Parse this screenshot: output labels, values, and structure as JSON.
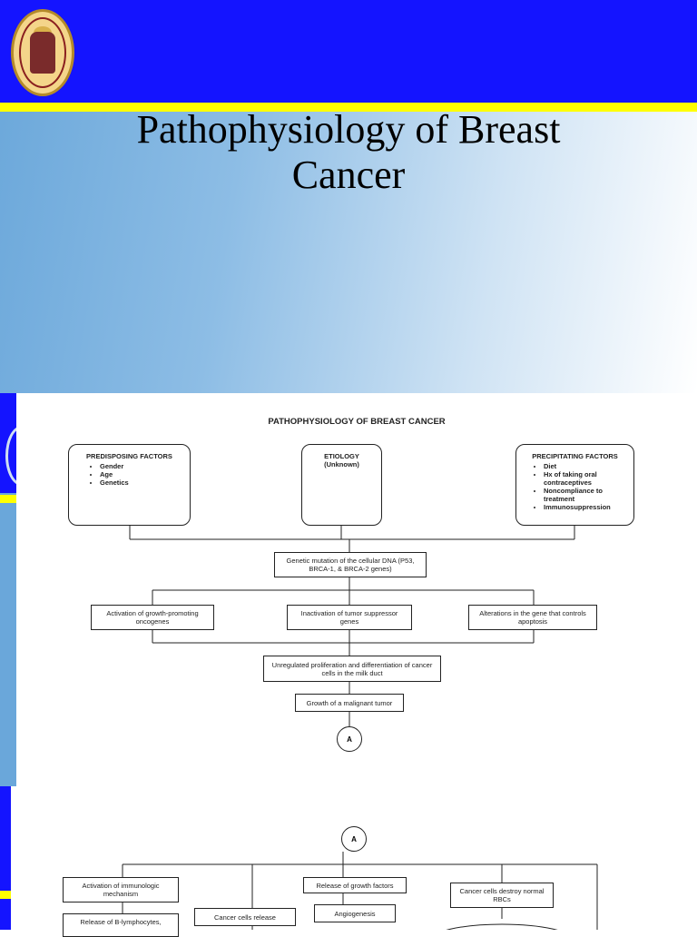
{
  "slide1": {
    "title": "Pathophysiology of Breast Cancer",
    "colors": {
      "topbar": "#1414ff",
      "accent": "#ffff00"
    }
  },
  "diagram": {
    "heading": "PATHOPHYSIOLOGY OF BREAST CANCER",
    "predisposing": {
      "title": "PREDISPOSING FACTORS",
      "items": [
        "Gender",
        "Age",
        "Genetics"
      ]
    },
    "etiology": {
      "title": "ETIOLOGY",
      "subtitle": "(Unknown)"
    },
    "precipitating": {
      "title": "PRECIPITATING FACTORS",
      "items": [
        "Diet",
        "Hx of taking oral contraceptives",
        "Noncompliance to treatment",
        "Immunosuppression"
      ]
    },
    "genetic_mutation": "Genetic mutation of the cellular DNA (P53, BRCA-1, & BRCA-2 genes)",
    "activation": "Activation of growth-promoting oncogenes",
    "inactivation": "Inactivation of tumor suppressor genes",
    "alterations": "Alterations in the gene that controls apoptosis",
    "unregulated": "Unregulated proliferation and differentiation of cancer cells in the milk duct",
    "growth": "Growth of a malignant tumor",
    "connector": "A"
  },
  "diagram3": {
    "connector": "A",
    "immunologic": "Activation of immunologic mechanism",
    "release_b": "Release of B-lymphocytes,",
    "cancer_cells_release": "Cancer cells release",
    "growth_factors": "Release of growth factors",
    "angiogenesis": "Angiogenesis",
    "destroy_rbc": "Cancer cells destroy normal RBCs"
  }
}
